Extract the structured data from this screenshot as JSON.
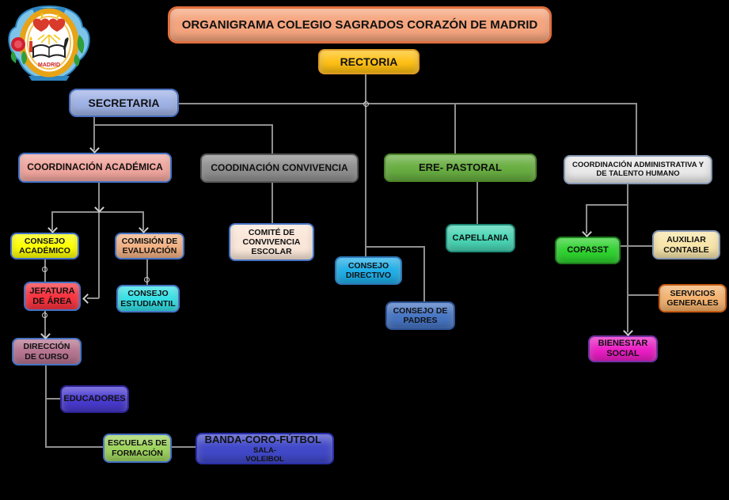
{
  "title": {
    "label": "ORGANIGRAMA COLEGIO SAGRADOS CORAZÓN DE MADRID"
  },
  "logo": {
    "name": "colegio-sagrados-corazon-crest",
    "text": "MADRID"
  },
  "colors": {
    "background": "#000000",
    "connector_line": "#8f8f8f",
    "connector_marker": "#cdcdcd"
  },
  "nodes": {
    "title": {
      "label": "ORGANIGRAMA COLEGIO SAGRADOS CORAZÓN DE MADRID",
      "fill": "#F5A57E",
      "border": "#E0703F"
    },
    "rectoria": {
      "label": "RECTORIA",
      "fill": "#FFC013",
      "border": "#DE9A26"
    },
    "secretaria": {
      "label": "SECRETARIA",
      "fill": "#9FB2E5",
      "border": "#4A6FBF"
    },
    "coordAcademica": {
      "label": "COORDINACIÓN ACADÉMICA",
      "fill": "#F0A69E",
      "border": "#4472C4"
    },
    "coordConvivencia": {
      "label": "COODINACIÓN CONVIVENCIA",
      "fill": "#8F8F8F",
      "border": "#565656"
    },
    "erePastoral": {
      "label": "ERE- PASTORAL",
      "fill": "#68AE41",
      "border": "#4C8428"
    },
    "coordAdmin": {
      "label": "COORDINACIÓN ADMINISTRATIVA Y DE TALENTO HUMANO",
      "fill": "#E9E9E9",
      "border": "#8496B0"
    },
    "consejoAcademico": {
      "label": "CONSEJO ACADÉMICO",
      "fill": "#FDFF00",
      "border": "#4472C4"
    },
    "comisionEvaluacion": {
      "label": "COMISIÓN DE EVALUACIÓN",
      "fill": "#F2B183",
      "border": "#4472C4"
    },
    "comiteConvivencia": {
      "label": "COMITÉ DE CONVIVENCIA ESCOLAR",
      "fill": "#FAE7D9",
      "border": "#4472C4"
    },
    "consejoDirectivo": {
      "label": "CONSEJO DIRECTIVO",
      "fill": "#1FAEE8",
      "border": "#2E75B6"
    },
    "capellania": {
      "label": "CAPELLANIA",
      "fill": "#49D6B5",
      "border": "#1E8A76"
    },
    "copasst": {
      "label": "COPASST",
      "fill": "#2ED32E",
      "border": "#1E7A1E"
    },
    "auxiliarContable": {
      "label": "AUXILIAR CONTABLE",
      "fill": "#F8E5A9",
      "border": "#8496B0"
    },
    "jefatura": {
      "label": "JEFATURA DE ÁREA",
      "fill": "#F8333F",
      "border": "#4472C4"
    },
    "consejoEstudiantil": {
      "label": "CONSEJO ESTUDIANTIL",
      "fill": "#35E0E5",
      "border": "#4472C4"
    },
    "consejoPadres": {
      "label": "CONSEJO DE PADRES",
      "fill": "#4775C3",
      "border": "#2F5597"
    },
    "serviciosGenerales": {
      "label": "SERVICIOS GENERALES",
      "fill": "#F4B26E",
      "border": "#C55A11"
    },
    "bienestarSocial": {
      "label": "BIENESTAR SOCIAL",
      "fill": "#EC1EC6",
      "border": "#7030A0"
    },
    "direccionCurso": {
      "label": "DIRECCIÓN DE CURSO",
      "fill": "#B5738F",
      "border": "#4472C4"
    },
    "educadores": {
      "label": "EDUCADORES",
      "fill": "#4A3BD1",
      "border": "#2E2393"
    },
    "escuelasFormacion": {
      "label": "ESCUELAS DE FORMACIÓN",
      "fill": "#9ED45E",
      "border": "#4472C4"
    },
    "banda": {
      "label_main": "BANDA-CORO-FÚTBOL",
      "label_small": "SALA-",
      "label_line2": "VOLEIBOL",
      "fill": "#4149C9",
      "border": "#2A2FA8"
    }
  }
}
